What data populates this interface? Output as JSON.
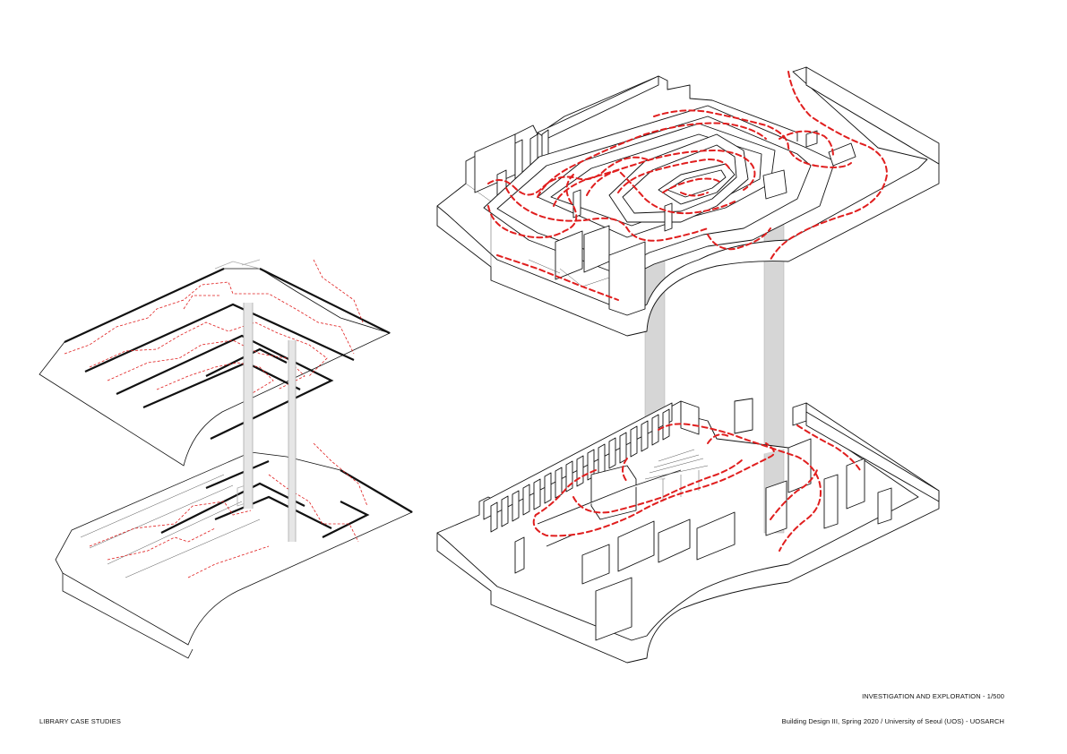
{
  "sheet": {
    "left_label": "LIBRARY CASE STUDIES",
    "scale_label": "INVESTIGATION AND EXPLORATION - 1/500",
    "credits": "Building Design III, Spring 2020 / University of Seoul (UOS) - UOSARCH"
  },
  "colors": {
    "linework": "#111111",
    "circulation": "#e01e1e",
    "core": "#d6d6d6",
    "paper": "#ffffff"
  }
}
